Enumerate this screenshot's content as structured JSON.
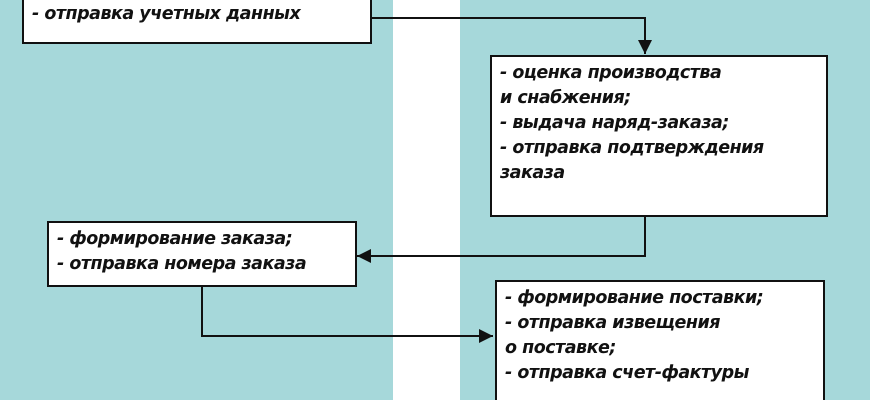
{
  "colors": {
    "lane_fill": "#a6d8da",
    "box_fill": "#ffffff",
    "border": "#111111",
    "text": "#111111"
  },
  "boxes": {
    "credentials": {
      "lines": [
        "- отправка учетных данных"
      ]
    },
    "evaluation": {
      "lines": [
        "- оценка производства",
        "и снабжения;",
        "- выдача наряд-заказа;",
        "- отправка подтверждения",
        "заказа"
      ]
    },
    "order": {
      "lines": [
        "- формирование заказа;",
        "- отправка номера заказа"
      ]
    },
    "delivery": {
      "lines": [
        "- формирование поставки;",
        "- отправка извещения",
        "о поставке;",
        "- отправка счет-фактуры"
      ]
    }
  }
}
